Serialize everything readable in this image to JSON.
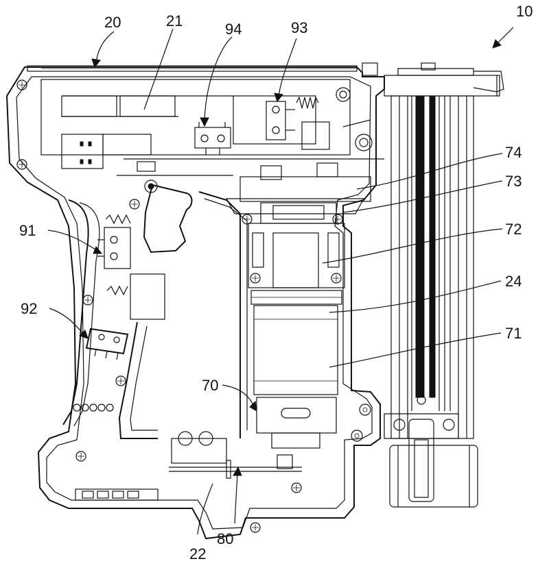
{
  "figure": {
    "ref_labels": [
      {
        "id": "10",
        "text": "10"
      },
      {
        "id": "20",
        "text": "20"
      },
      {
        "id": "21",
        "text": "21"
      },
      {
        "id": "94",
        "text": "94"
      },
      {
        "id": "93",
        "text": "93"
      },
      {
        "id": "74",
        "text": "74"
      },
      {
        "id": "73",
        "text": "73"
      },
      {
        "id": "72",
        "text": "72"
      },
      {
        "id": "24",
        "text": "24"
      },
      {
        "id": "71",
        "text": "71"
      },
      {
        "id": "91",
        "text": "91"
      },
      {
        "id": "92",
        "text": "92"
      },
      {
        "id": "70",
        "text": "70"
      },
      {
        "id": "22",
        "text": "22"
      },
      {
        "id": "80",
        "text": "80"
      }
    ],
    "line_color": "#111111",
    "background": "#ffffff"
  }
}
